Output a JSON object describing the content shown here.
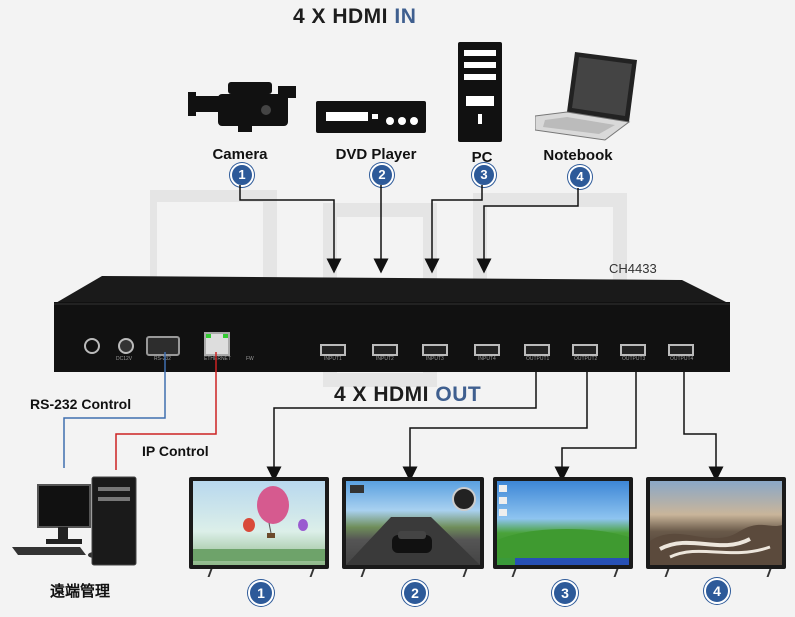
{
  "title_in": {
    "prefix": "4 X HDMI",
    "suffix": "IN"
  },
  "title_out": {
    "prefix": "4 X HDMI",
    "suffix": "OUT"
  },
  "inputs": [
    {
      "label": "Camera",
      "badge": "1"
    },
    {
      "label": "DVD Player",
      "badge": "2"
    },
    {
      "label": "PC",
      "badge": "3"
    },
    {
      "label": "Notebook",
      "badge": "4"
    }
  ],
  "model": "CH4433",
  "rear_ports": {
    "dc": "DC12V",
    "rs232": "RS-232",
    "ethernet": "ETHERNET",
    "fw": "FW",
    "hdmi_in": [
      "INPUT1",
      "INPUT2",
      "INPUT3",
      "INPUT4"
    ],
    "hdmi_out": [
      "OUTPUT1",
      "OUTPUT2",
      "OUTPUT3",
      "OUTPUT4"
    ]
  },
  "controls": {
    "rs232": "RS-232 Control",
    "ip": "IP Control"
  },
  "remote_label": "遠端管理",
  "outputs": [
    {
      "badge": "1"
    },
    {
      "badge": "2"
    },
    {
      "badge": "3"
    },
    {
      "badge": "4"
    }
  ],
  "colors": {
    "accent": "#2d5a99",
    "rs232_wire": "#3f6fb0",
    "ip_wire": "#cc2222"
  }
}
